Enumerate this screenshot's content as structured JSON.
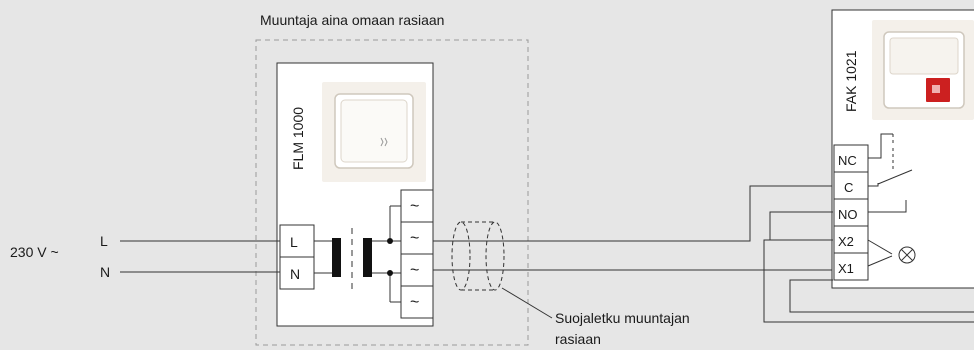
{
  "voltage_label": "230 V ~",
  "line_labels": {
    "L": "L",
    "N": "N"
  },
  "transformer": {
    "model": "FLM 1000",
    "enclosure_note": "Muuntaja aina omaan rasiaan",
    "terminals": [
      "L",
      "N"
    ],
    "output_symbol": "~"
  },
  "relay": {
    "model": "FAK 1021",
    "terminals": [
      "NC",
      "C",
      "NO",
      "X2",
      "X1"
    ]
  },
  "cable_note": [
    "Suojaletku muuntajan",
    "rasiaan"
  ],
  "colors": {
    "background": "#e6e6e6",
    "box_fill": "#ffffff",
    "line": "#333333",
    "lamp_red": "#cc2020"
  }
}
